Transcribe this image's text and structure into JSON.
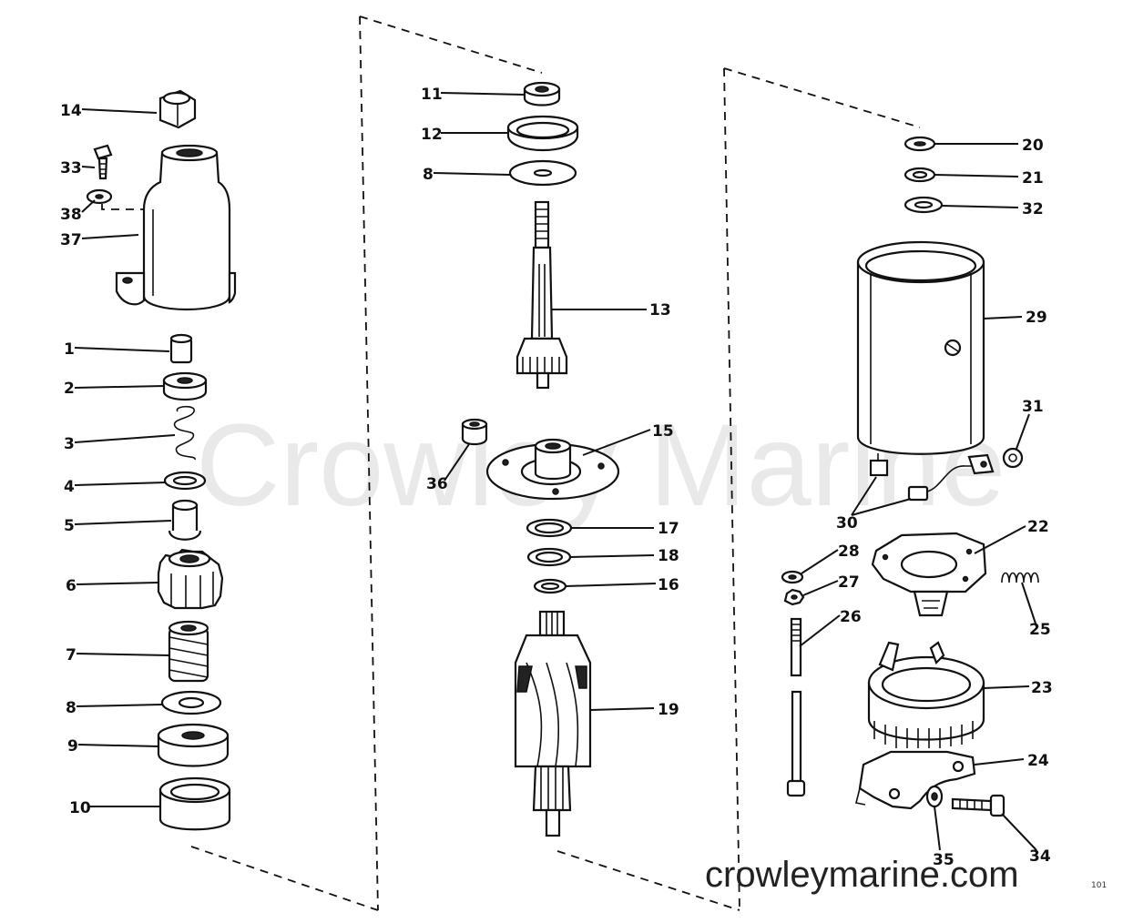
{
  "diagram": {
    "callouts": [
      "1",
      "2",
      "3",
      "4",
      "5",
      "6",
      "7",
      "8",
      "9",
      "10",
      "11",
      "12",
      "8",
      "13",
      "14",
      "33",
      "38",
      "37",
      "15",
      "36",
      "17",
      "18",
      "16",
      "19",
      "20",
      "21",
      "32",
      "29",
      "31",
      "30",
      "22",
      "28",
      "27",
      "25",
      "26",
      "23",
      "24",
      "35",
      "34"
    ],
    "watermark": "Crowley Marine",
    "footer_url": "crowleymarine.com",
    "figure_code": "101"
  }
}
